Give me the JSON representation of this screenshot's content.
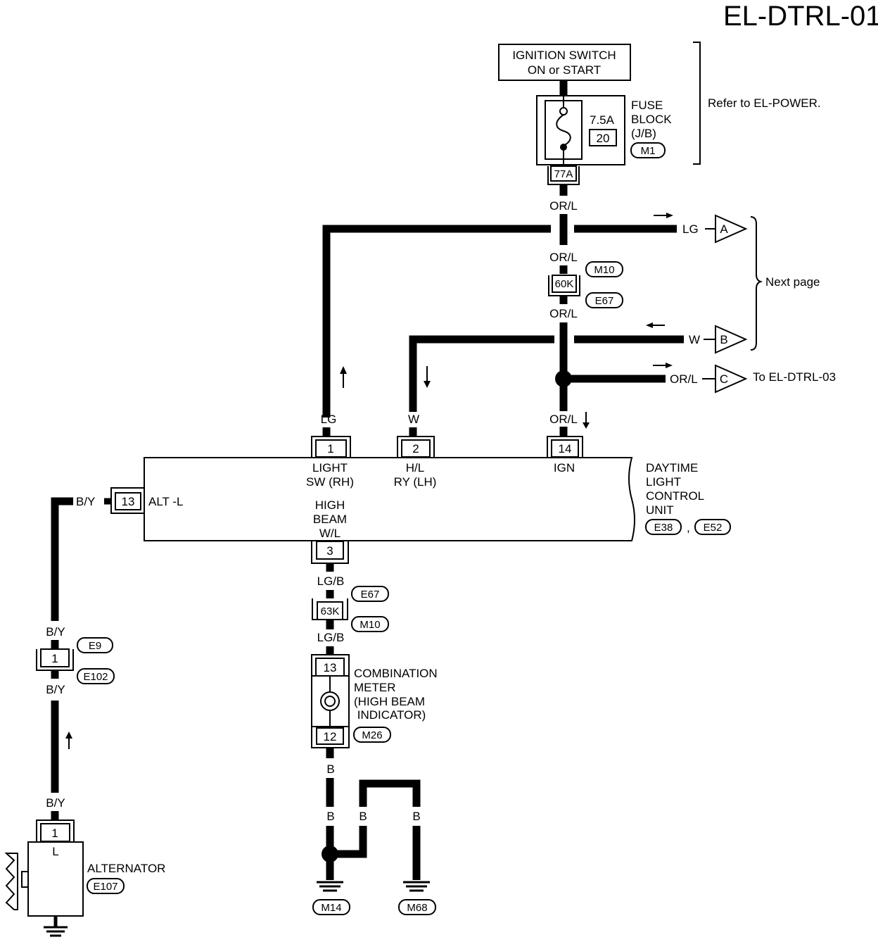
{
  "page_code": "EL-DTRL-01",
  "ignition_switch": {
    "line1": "IGNITION SWITCH",
    "line2": "ON or START"
  },
  "fuse": {
    "amperage": "7.5A",
    "number": "20",
    "label_lines": [
      "FUSE",
      "BLOCK",
      "(J/B)"
    ],
    "connector_id": "M1",
    "terminal": "77A"
  },
  "refer_note": "Refer to EL-POWER.",
  "wire_colors": {
    "or_l": "OR/L",
    "lg": "LG",
    "w": "W",
    "lg_b": "LG/B",
    "b_y": "B/Y",
    "b": "B"
  },
  "connector_60k": {
    "number": "60K",
    "ids": [
      "M10",
      "E67"
    ]
  },
  "connector_63k": {
    "number": "63K",
    "ids": [
      "E67",
      "M10"
    ]
  },
  "next_page_connectors": [
    {
      "letter": "A",
      "wire": "LG"
    },
    {
      "letter": "B",
      "wire": "W"
    },
    {
      "letter": "C",
      "wire": "OR/L"
    }
  ],
  "next_page_note": "Next page",
  "to_note": "To EL-DTRL-03",
  "control_unit": {
    "name_lines": [
      "DAYTIME",
      "LIGHT",
      "CONTROL",
      "UNIT"
    ],
    "connector_ids": [
      "E38",
      "E52"
    ],
    "separator": ",",
    "pins": [
      {
        "number": "1",
        "label_lines": [
          "LIGHT",
          "SW (RH)"
        ]
      },
      {
        "number": "2",
        "label_lines": [
          "H/L",
          "RY (LH)"
        ]
      },
      {
        "number": "14",
        "label_lines": [
          "IGN"
        ]
      },
      {
        "number": "13",
        "label_lines": [
          "ALT -L"
        ]
      },
      {
        "number": "3",
        "label_lines": [
          "HIGH",
          "BEAM",
          "W/L"
        ]
      }
    ]
  },
  "connector_e9": {
    "number": "1",
    "ids": [
      "E9",
      "E102"
    ]
  },
  "alternator": {
    "name": "ALTERNATOR",
    "connector_id": "E107",
    "pin": "1",
    "pin_label": "L"
  },
  "combination_meter": {
    "label_lines": [
      "COMBINATION",
      "METER",
      "(HIGH BEAM",
      " INDICATOR)"
    ],
    "pin_top": "13",
    "pin_bottom": "12",
    "connector_id": "M26"
  },
  "grounds": [
    "M14",
    "M68"
  ]
}
